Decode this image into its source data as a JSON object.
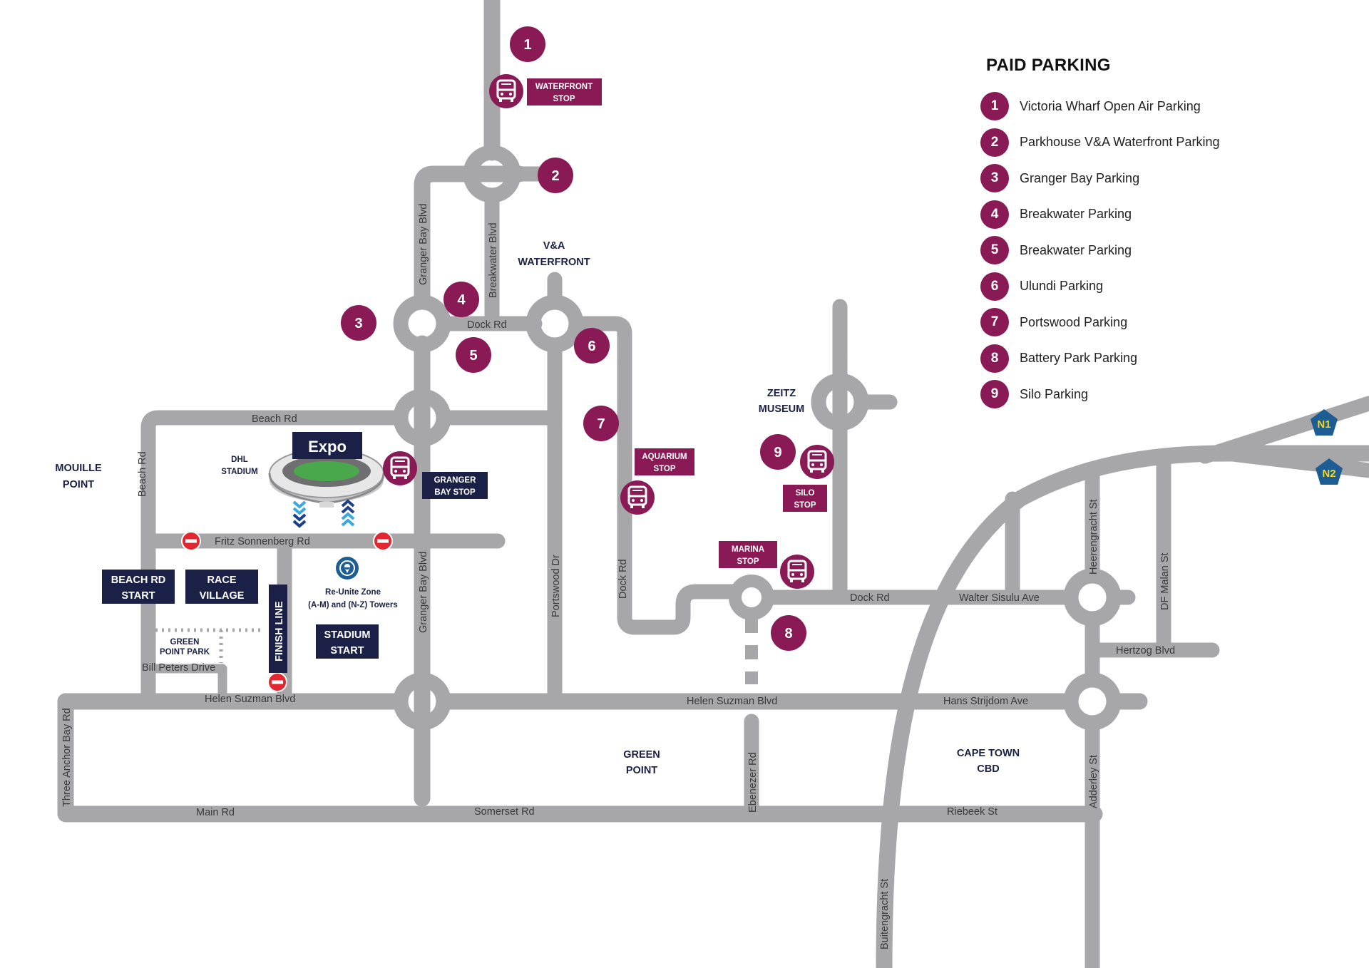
{
  "legend": {
    "title": "PAID PARKING",
    "items": [
      {
        "num": "1",
        "label": "Victoria Wharf Open Air Parking"
      },
      {
        "num": "2",
        "label": "Parkhouse V&A Waterfront Parking"
      },
      {
        "num": "3",
        "label": "Granger Bay Parking"
      },
      {
        "num": "4",
        "label": "Breakwater Parking"
      },
      {
        "num": "5",
        "label": "Breakwater Parking"
      },
      {
        "num": "6",
        "label": "Ulundi Parking"
      },
      {
        "num": "7",
        "label": "Portswood Parking"
      },
      {
        "num": "8",
        "label": "Battery Park Parking"
      },
      {
        "num": "9",
        "label": "Silo Parking"
      }
    ]
  },
  "roads": {
    "granger_bay_blvd": "Granger Bay Blvd",
    "breakwater_blvd": "Breakwater Blvd",
    "dock_rd": "Dock Rd",
    "beach_rd": "Beach Rd",
    "fritz": "Fritz Sonnenberg Rd",
    "portswood": "Portswood Dr",
    "bill_peters": "Bill Peters Drive",
    "helen_suzman": "Helen Suzman Blvd",
    "three_anchor": "Three Anchor Bay Rd",
    "main_rd": "Main Rd",
    "somerset": "Somerset Rd",
    "ebenezer": "Ebenezer Rd",
    "riebeek": "Riebeek St",
    "buitengracht": "Buitengracht St",
    "adderley": "Adderley St",
    "hans_strijdom": "Hans Strijdom Ave",
    "walter_sisulu": "Walter Sisulu Ave",
    "heerengracht": "Heerengracht St",
    "df_malan": "DF Malan St",
    "hertzog": "Hertzog Blvd"
  },
  "areas": {
    "waterfront_l1": "V&A",
    "waterfront_l2": "WATERFRONT",
    "zeitz_l1": "ZEITZ",
    "zeitz_l2": "MUSEUM",
    "mouille_l1": "MOUILLE",
    "mouille_l2": "POINT",
    "green_point_l1": "GREEN",
    "green_point_l2": "POINT",
    "cbd_l1": "CAPE TOWN",
    "cbd_l2": "CBD",
    "dhl_l1": "DHL",
    "dhl_l2": "STADIUM",
    "gp_park_l1": "GREEN",
    "gp_park_l2": "POINT PARK",
    "reunite_l1": "Re-Unite Zone",
    "reunite_l2": "(A-M) and (N-Z) Towers"
  },
  "stops": {
    "waterfront_l1": "WATERFRONT",
    "waterfront_l2": "STOP",
    "granger_l1": "GRANGER",
    "granger_l2": "BAY STOP",
    "aquarium_l1": "AQUARIUM",
    "aquarium_l2": "STOP",
    "silo_l1": "SILO",
    "silo_l2": "STOP",
    "marina_l1": "MARINA",
    "marina_l2": "STOP"
  },
  "labels": {
    "expo": "Expo",
    "beach_start_l1": "BEACH RD",
    "beach_start_l2": "START",
    "race_village_l1": "RACE",
    "race_village_l2": "VILLAGE",
    "finish_line": "FINISH LINE",
    "stadium_start_l1": "STADIUM",
    "stadium_start_l2": "START"
  },
  "markers": [
    "1",
    "2",
    "3",
    "4",
    "5",
    "6",
    "7",
    "8",
    "9"
  ],
  "highways": {
    "n1": "N1",
    "n2": "N2"
  },
  "colors": {
    "road": "#a7a6a9",
    "marker": "#8a1a55",
    "navy": "#1b2046",
    "highway_badge": "#1d5d94",
    "highway_text": "#f4d81f",
    "no_entry": "#e3262f",
    "arrow_light": "#3aa8e0",
    "arrow_dark": "#1d3f8c"
  },
  "icons": [
    "bus-icon",
    "no-entry-icon",
    "location-pin-icon",
    "stadium-icon",
    "chevron-down-icon",
    "chevron-up-icon"
  ]
}
